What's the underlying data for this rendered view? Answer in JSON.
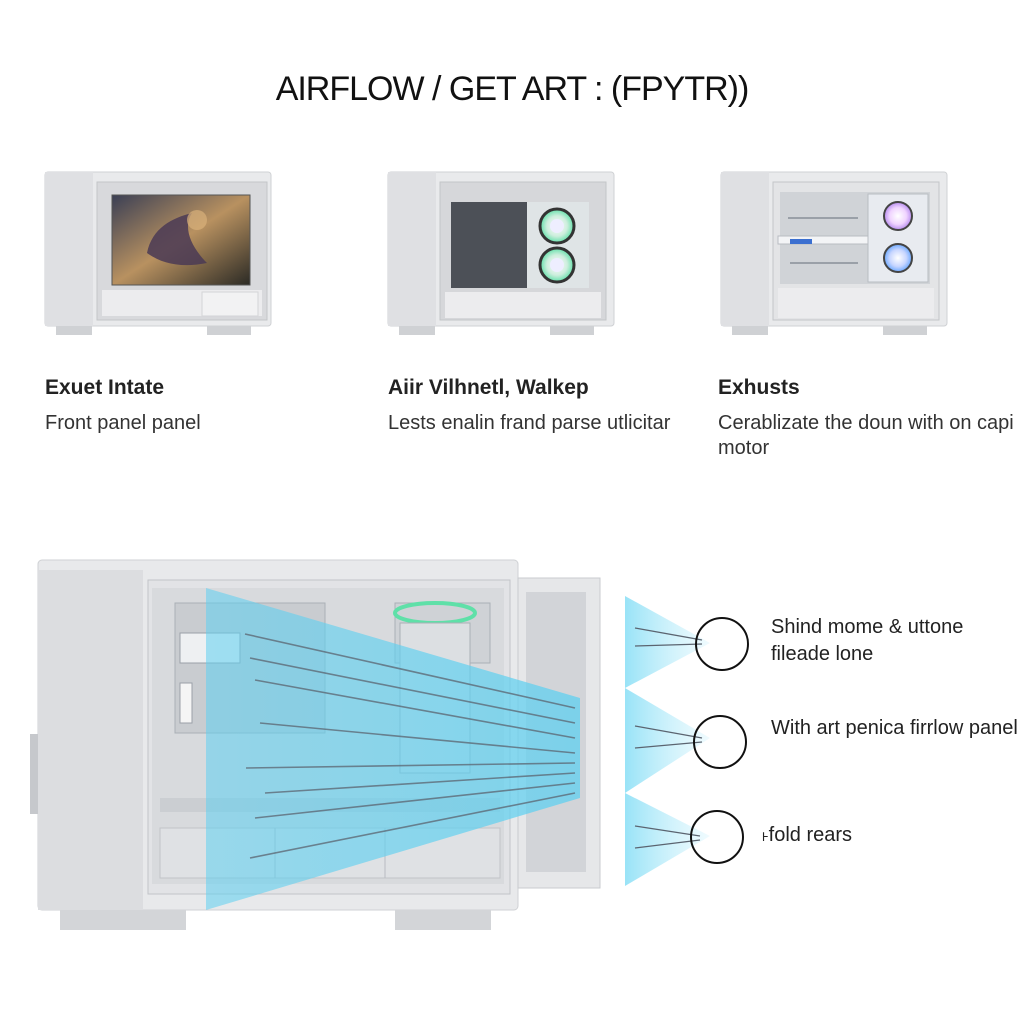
{
  "title": "AIRFLOW / GET ART : (FPYTR))",
  "colors": {
    "airflow": "#5fd0f0",
    "case_body": "#e6e7e9",
    "case_frame": "#c9cbcf",
    "fan_glow_green": "#5fe0a8",
    "fan_glow_blue": "#6aa8ff"
  },
  "panels": [
    {
      "title": "Exuet Intate",
      "description": "Front panel panel"
    },
    {
      "title": "Aiir Vilhnetl, Walkep",
      "description": "Lests enalin frand parse utlicitar"
    },
    {
      "title": "Exhusts",
      "description": "Cerablizate the doun  with on capi motor"
    }
  ],
  "callouts": [
    {
      "text": "Shind mome & uttone fileade lone"
    },
    {
      "text": "With art penica firrlow panel"
    },
    {
      "text": "˫fold rears"
    }
  ]
}
